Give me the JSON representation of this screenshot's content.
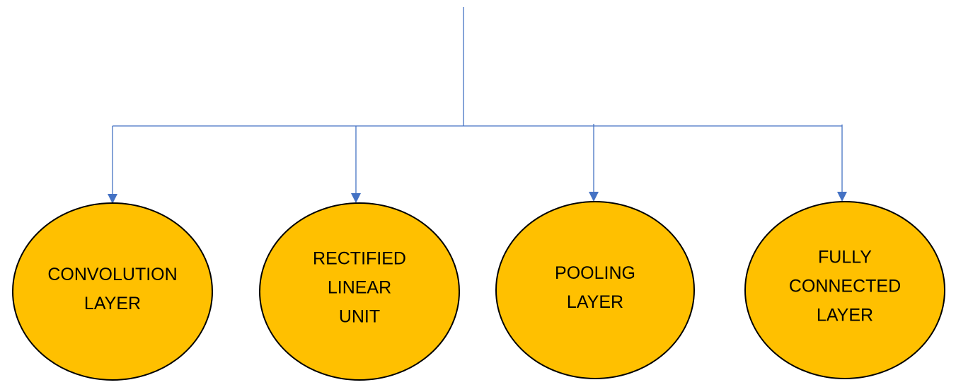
{
  "diagram": {
    "colors": {
      "node_fill": "#FFC000",
      "node_stroke": "#000000",
      "connector": "#4472C4"
    },
    "nodes": [
      {
        "id": "convolution-layer",
        "lines": [
          "CONVOLUTION",
          "LAYER"
        ]
      },
      {
        "id": "rectified-linear-unit",
        "lines": [
          "RECTIFIED",
          "LINEAR",
          "UNIT"
        ]
      },
      {
        "id": "pooling-layer",
        "lines": [
          "POOLING",
          "LAYER"
        ]
      },
      {
        "id": "fully-connected-layer",
        "lines": [
          "FULLY",
          "CONNECTED",
          "LAYER"
        ]
      }
    ]
  }
}
